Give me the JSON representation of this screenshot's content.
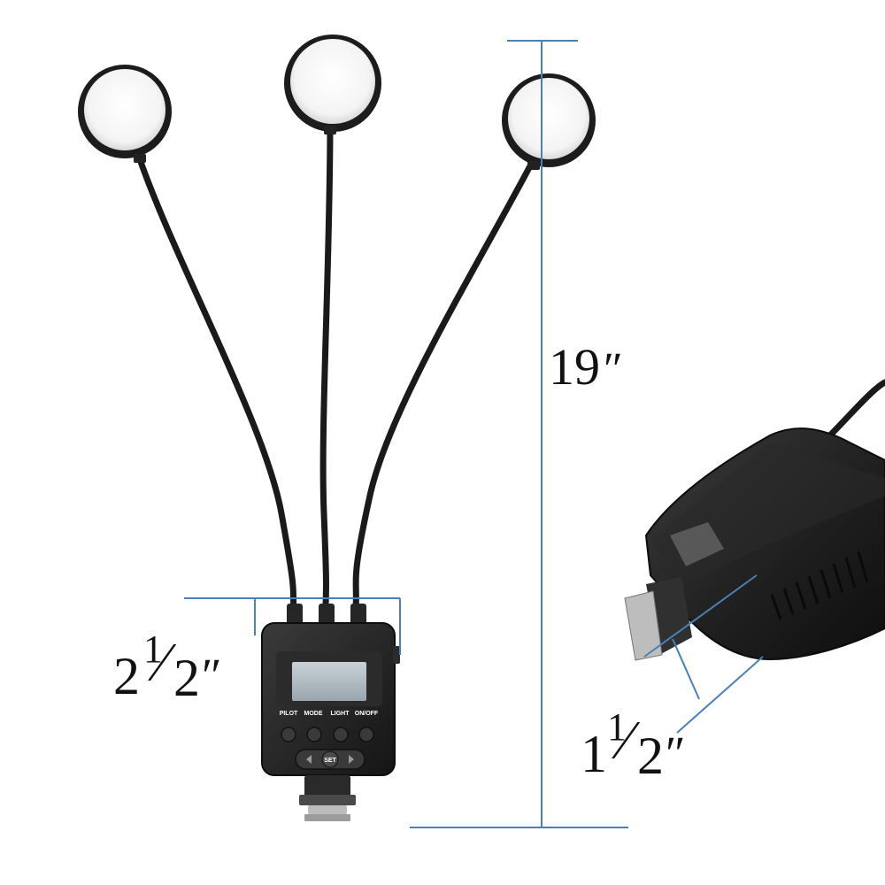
{
  "dimensions": {
    "height": {
      "whole": "19",
      "mark": "″"
    },
    "width": {
      "whole": "2",
      "num": "1",
      "den": "2",
      "mark": "″"
    },
    "depth": {
      "whole": "1",
      "num": "1",
      "den": "2",
      "mark": "″"
    }
  },
  "controller": {
    "button_labels": [
      "PILOT",
      "MODE",
      "LIGHT",
      "ON/OFF"
    ],
    "center_button": "SET"
  },
  "colors": {
    "dimension_line": "#4a7fb8",
    "body": "#1f1f1f",
    "lamp_face": "#f7f7f7"
  }
}
